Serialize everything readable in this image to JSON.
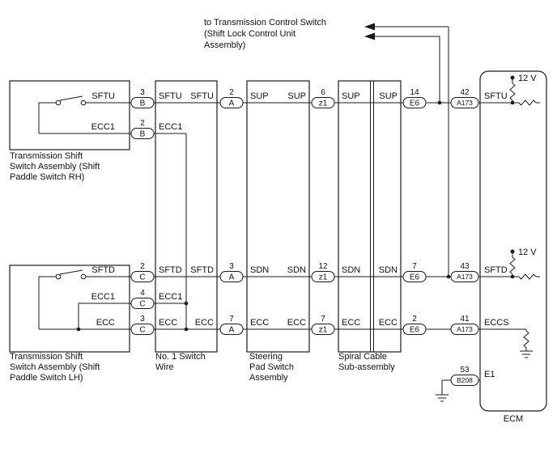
{
  "colors": {
    "background": "#ffffff",
    "line": "#1a1a1a"
  },
  "note": {
    "lines": [
      "to Transmission Control Switch",
      "(Shift Lock Control Unit",
      "Assembly)"
    ]
  },
  "labels": {
    "sftu": "SFTU",
    "sftd": "SFTD",
    "ecc1": "ECC1",
    "ecc": "ECC",
    "sup": "SUP",
    "sdn": "SDN",
    "eccs": "ECCS",
    "e1": "E1",
    "v12": "12 V"
  },
  "connectors": {
    "b": "B",
    "c": "C",
    "a": "A",
    "z1": "z1",
    "e6": "E6",
    "a173": "A173",
    "b208": "B208"
  },
  "pins": {
    "rh_sftu": "3",
    "rh_ecc1": "2",
    "lh_sftd": "2",
    "lh_ecc1": "4",
    "lh_ecc": "3",
    "wire_sftu": "2",
    "wire_sftd": "3",
    "wire_ecc": "7",
    "steer_sup": "6",
    "steer_sdn": "12",
    "steer_ecc": "7",
    "spiral_sup": "14",
    "spiral_sdn": "7",
    "spiral_ecc": "2",
    "ecm_sftu": "42",
    "ecm_sftd": "43",
    "ecm_eccs": "41",
    "ecm_e1": "53"
  },
  "captions": {
    "rh": [
      "Transmission Shift",
      "Switch Assembly (Shift",
      "Paddle Switch RH)"
    ],
    "lh": [
      "Transmission Shift",
      "Switch Assembly (Shift",
      "Paddle Switch LH)"
    ],
    "wire": [
      "No. 1 Switch",
      "Wire"
    ],
    "steering": [
      "Steering",
      "Pad Switch",
      "Assembly"
    ],
    "spiral": [
      "Spiral Cable",
      "Sub-assembly"
    ],
    "ecm": "ECM"
  }
}
